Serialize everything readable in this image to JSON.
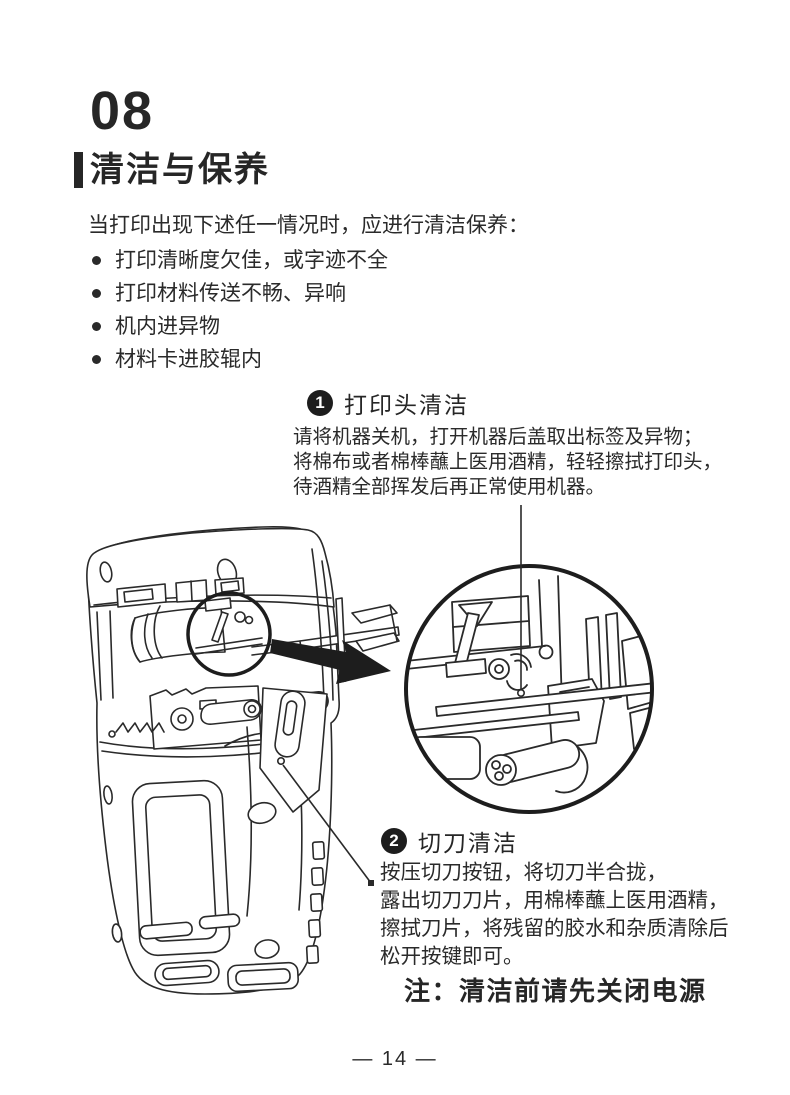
{
  "page": {
    "chapter_number": "08",
    "section_title": "清洁与保养",
    "intro": "当打印出现下述任一情况时，应进行清洁保养：",
    "bullets": [
      "打印清晰度欠佳，或字迹不全",
      "打印材料传送不畅、异响",
      "机内进异物",
      "材料卡进胶辊内"
    ],
    "steps": [
      {
        "number": "1",
        "title": "打印头清洁",
        "lines": [
          "请将机器关机，打开机器后盖取出标签及异物；",
          "将棉布或者棉棒蘸上医用酒精，轻轻擦拭打印头，",
          "待酒精全部挥发后再正常使用机器。"
        ]
      },
      {
        "number": "2",
        "title": "切刀清洁",
        "lines": [
          "按压切刀按钮，将切刀半合拢，",
          "露出切刀刀片，用棉棒蘸上医用酒精，",
          "擦拭刀片，将残留的胶水和杂质清除后",
          "松开按键即可。"
        ]
      }
    ],
    "note": "注：清洁前请先关闭电源",
    "page_number": "— 14 —"
  },
  "diagram": {
    "subject": "label-printer-rear-open-view",
    "ink_color": "#2a2a2a",
    "callouts": [
      {
        "step": "1",
        "target": "print-head-area"
      },
      {
        "step": "2",
        "target": "cutter-button"
      }
    ]
  }
}
